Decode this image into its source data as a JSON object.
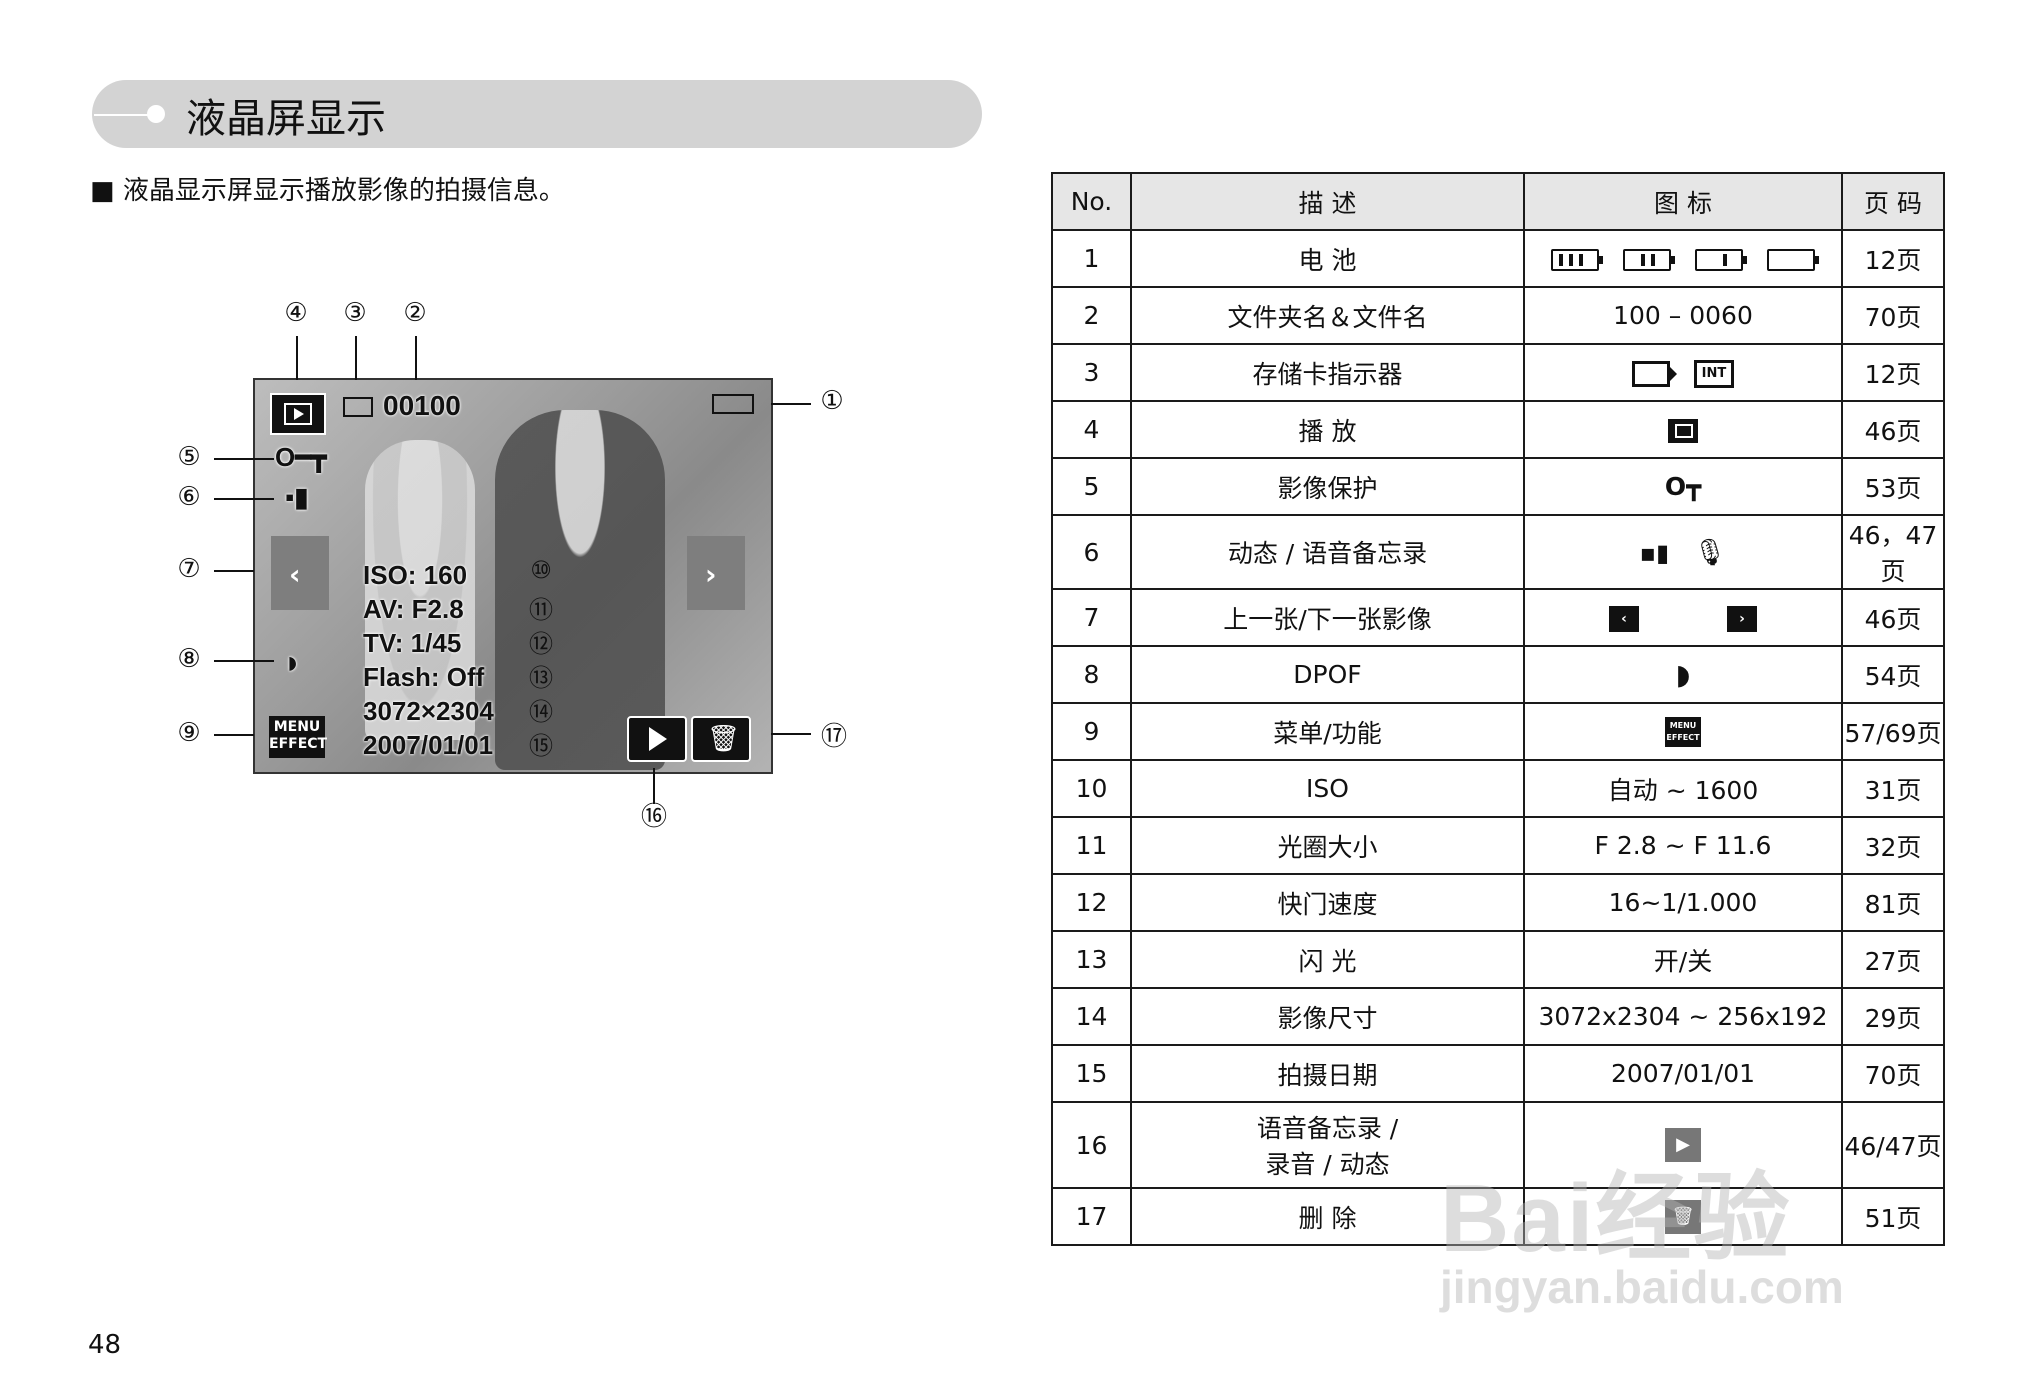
{
  "header": {
    "title": "液晶屏显示"
  },
  "intro": "■ 液晶显示屏显示播放影像的拍摄信息。",
  "lcd": {
    "file_number": "00100",
    "iso": "ISO: 160",
    "av": "AV: F2.8",
    "tv": "TV: 1/45",
    "flash": "Flash: Off",
    "size": "3072×2304",
    "date": "2007/01/01",
    "menu_label_1": "MENU",
    "menu_label_2": "EFFECT",
    "callouts": [
      "①",
      "②",
      "③",
      "④",
      "⑤",
      "⑥",
      "⑦",
      "⑧",
      "⑨",
      "⑩",
      "⑪",
      "⑫",
      "⑬",
      "⑭",
      "⑮",
      "⑯",
      "⑰"
    ]
  },
  "table": {
    "headers": [
      "No.",
      "描 述",
      "图 标",
      "页 码"
    ],
    "rows": [
      {
        "no": "1",
        "desc": "电 池",
        "icon": "",
        "page": "12页"
      },
      {
        "no": "2",
        "desc": "文件夹名＆文件名",
        "icon": "100 – 0060",
        "page": "70页"
      },
      {
        "no": "3",
        "desc": "存储卡指示器",
        "icon": "",
        "page": "12页"
      },
      {
        "no": "4",
        "desc": "播 放",
        "icon": "",
        "page": "46页"
      },
      {
        "no": "5",
        "desc": "影像保护",
        "icon": "O┳",
        "page": "53页"
      },
      {
        "no": "6",
        "desc": "动态 / 语音备忘录",
        "icon": "",
        "page": "46，47页"
      },
      {
        "no": "7",
        "desc": "上一张/下一张影像",
        "icon": "",
        "page": "46页"
      },
      {
        "no": "8",
        "desc": "DPOF",
        "icon": "",
        "page": "54页"
      },
      {
        "no": "9",
        "desc": "菜单/功能",
        "icon": "",
        "page": "57/69页"
      },
      {
        "no": "10",
        "desc": "ISO",
        "icon": "自动 ~ 1600",
        "page": "31页"
      },
      {
        "no": "11",
        "desc": "光圈大小",
        "icon": "F 2.8 ~ F 11.6",
        "page": "32页"
      },
      {
        "no": "12",
        "desc": "快门速度",
        "icon": "16~1/1.000",
        "page": "81页"
      },
      {
        "no": "13",
        "desc": "闪 光",
        "icon": "开/关",
        "page": "27页"
      },
      {
        "no": "14",
        "desc": "影像尺寸",
        "icon": "3072x2304 ~ 256x192",
        "page": "29页"
      },
      {
        "no": "15",
        "desc": "拍摄日期",
        "icon": "2007/01/01",
        "page": "70页"
      },
      {
        "no": "16",
        "desc_1": "语音备忘录 /",
        "desc_2": "录音 / 动态",
        "icon": "",
        "page": "46/47页"
      },
      {
        "no": "17",
        "desc": "删 除",
        "icon": "",
        "page": "51页"
      }
    ]
  },
  "footer": {
    "page_number": "48"
  },
  "watermark": {
    "line1": "Bai",
    "line1b": "经验",
    "line2": "jingyan.baidu.com"
  }
}
